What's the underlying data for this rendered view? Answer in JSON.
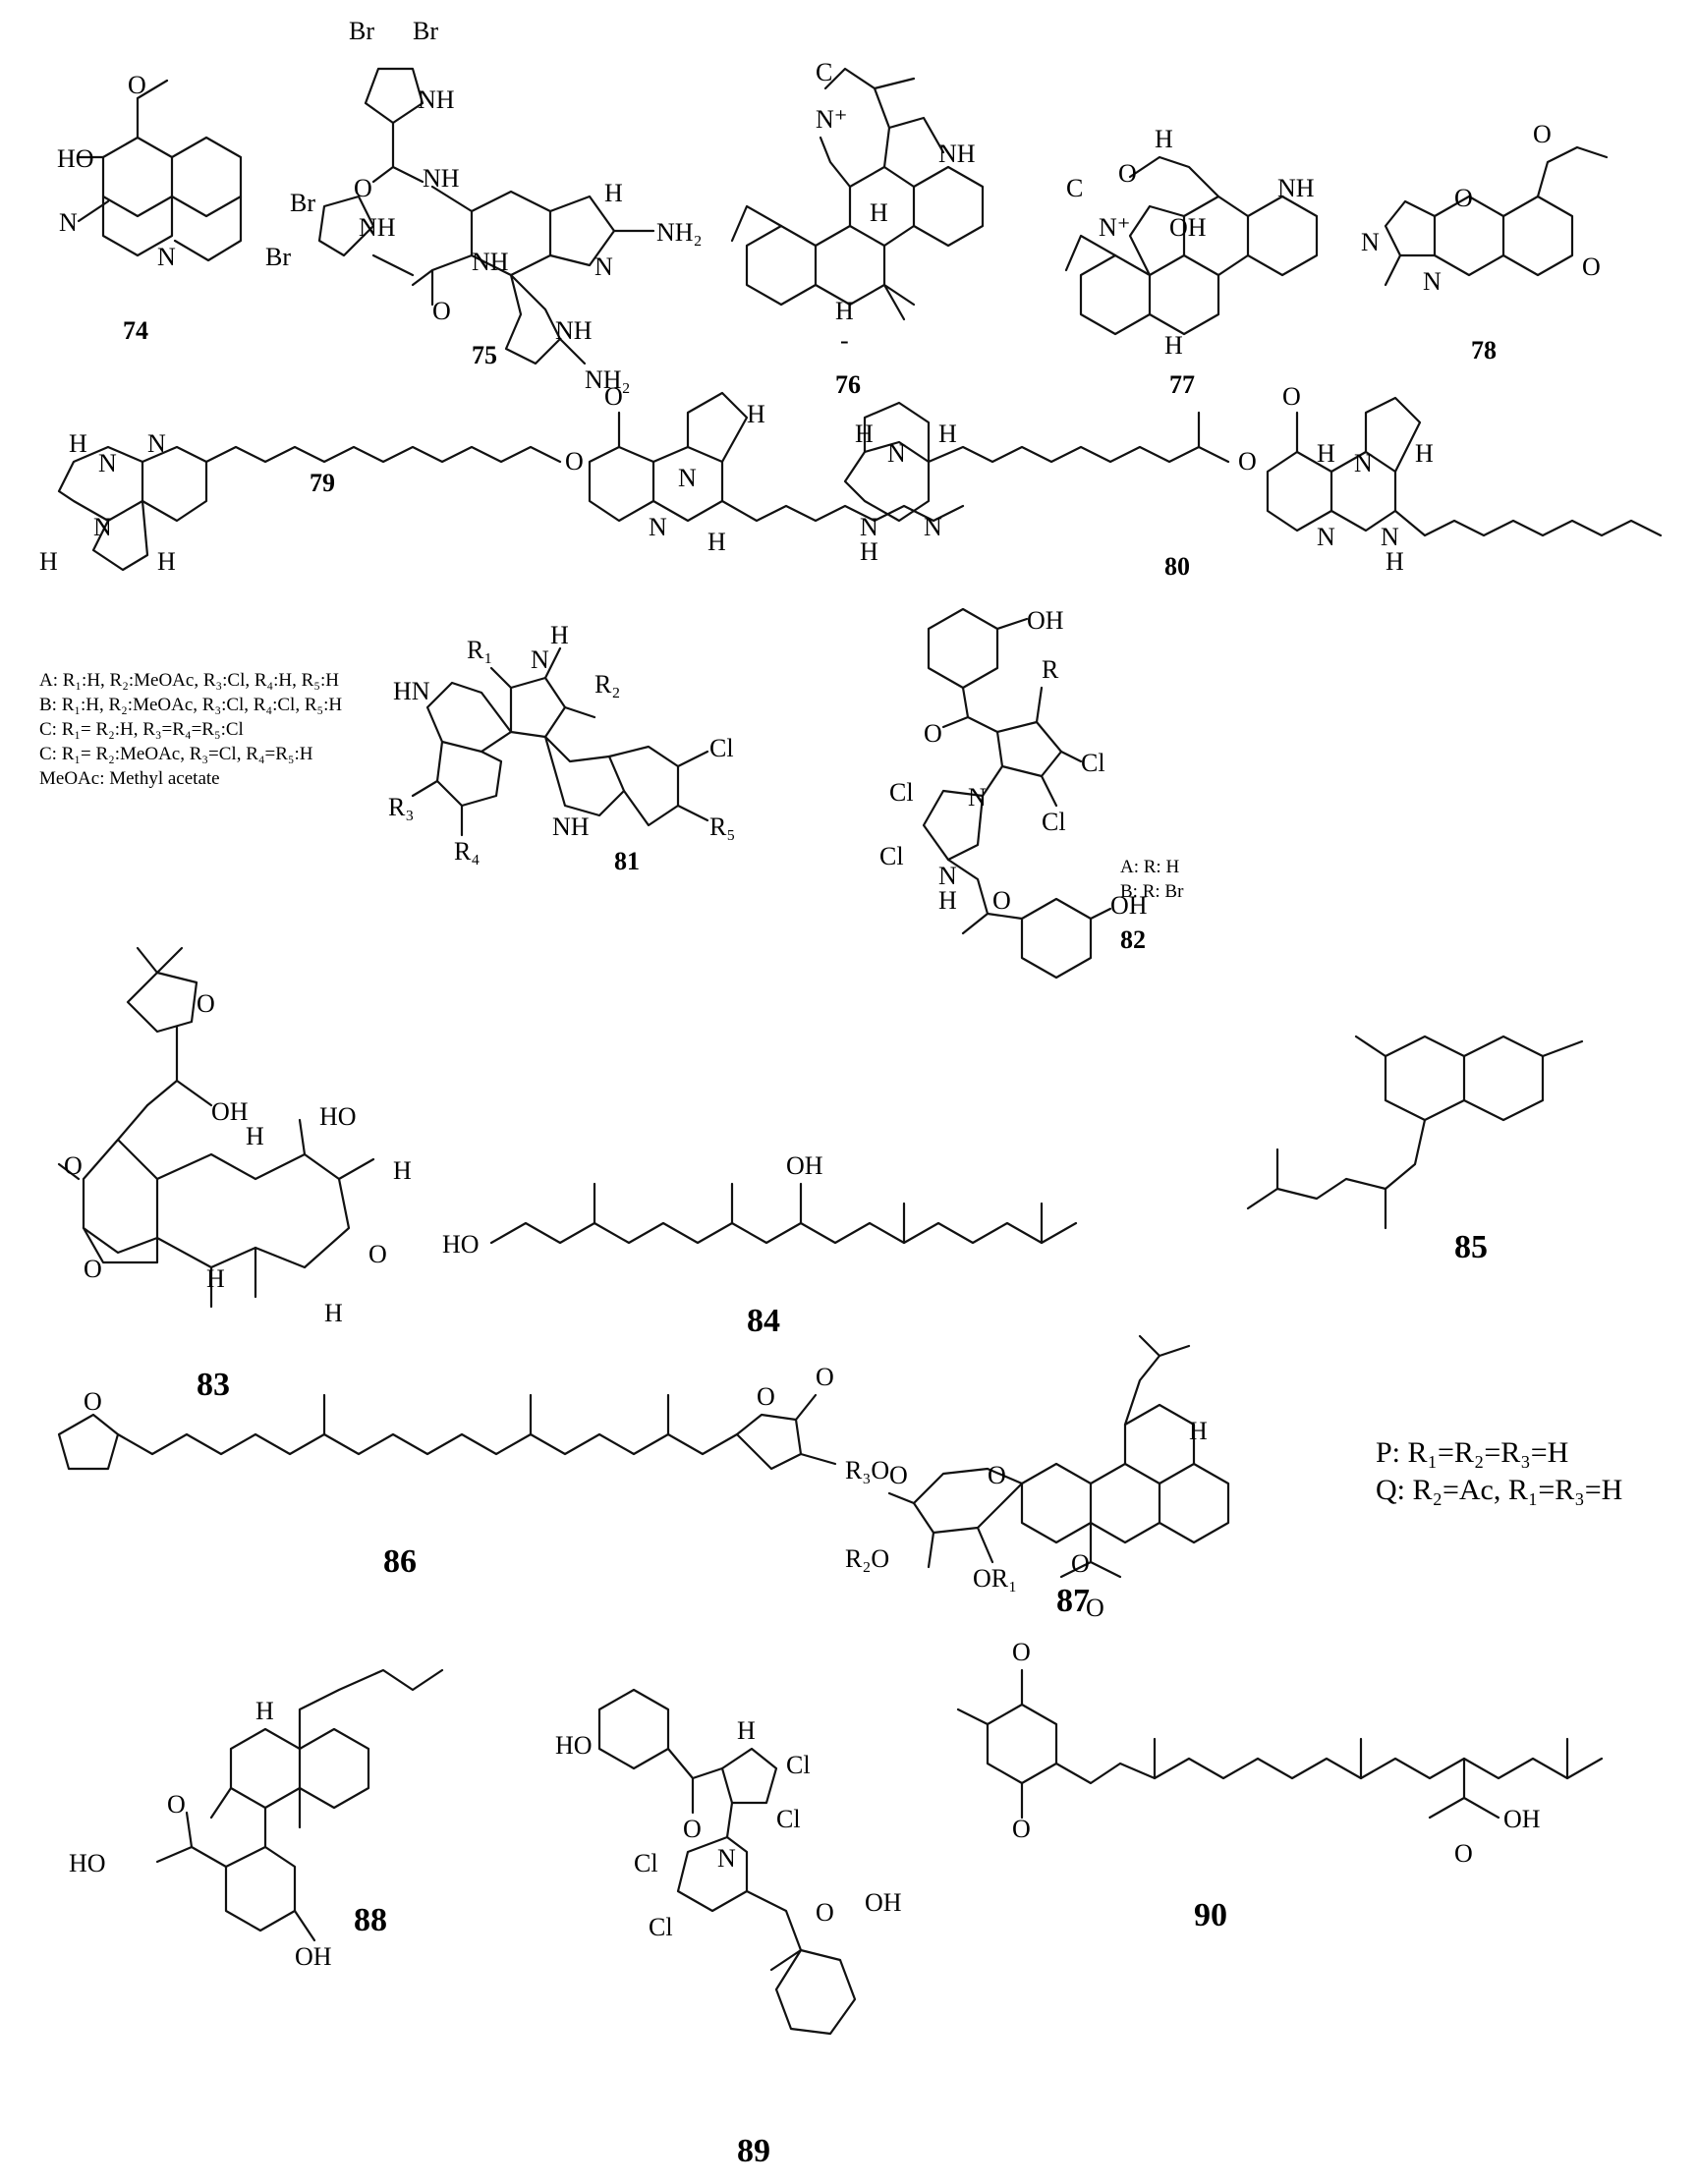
{
  "compounds": [
    {
      "id": "74"
    },
    {
      "id": "75"
    },
    {
      "id": "76"
    },
    {
      "id": "77"
    },
    {
      "id": "78"
    },
    {
      "id": "79"
    },
    {
      "id": "80"
    },
    {
      "id": "81"
    },
    {
      "id": "82"
    },
    {
      "id": "83"
    },
    {
      "id": "84"
    },
    {
      "id": "85"
    },
    {
      "id": "86"
    },
    {
      "id": "87"
    },
    {
      "id": "88"
    },
    {
      "id": "89"
    },
    {
      "id": "90"
    }
  ],
  "legend_81": [
    "A: R₁:H, R₂:MeOAc, R₃:Cl, R₄:H, R₅:H",
    "B: R₁:H, R₂:MeOAc, R₃:Cl, R₄:Cl, R₅:H",
    "C: R₁= R₂:H, R₃=R₄=R₅:Cl",
    "C: R₁= R₂:MeOAc, R₃=Cl, R₄=R₅:H",
    "MeOAc: Methyl acetate"
  ],
  "legend_82": [
    "A: R: H",
    "B: R: Br"
  ],
  "legend_87": [
    "P: R₁=R₂=R₃=H",
    "Q: R₂=Ac, R₁=R₃=H"
  ],
  "atoms": {
    "HO": "HO",
    "O": "O",
    "N": "N",
    "NH": "NH",
    "H": "H",
    "OH": "OH",
    "Br": "Br",
    "Cl": "Cl",
    "NH2": "NH₂",
    "C": "C",
    "Nplus": "N⁺",
    "minus": "-",
    "R": "R",
    "R1": "R₁",
    "R2": "R₂",
    "R3": "R₃",
    "R4": "R₄",
    "R5": "R₅",
    "OR1": "OR₁",
    "R2O": "R₂O",
    "R3O": "R₃O",
    "HN": "HN"
  }
}
